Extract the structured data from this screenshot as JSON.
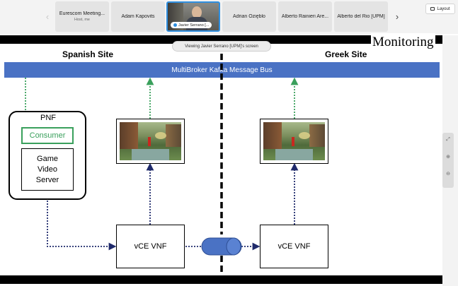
{
  "participants": {
    "tiles": [
      {
        "name": "Eurescom Meeting...",
        "subtitle": "Host, me"
      },
      {
        "name": "Adam Kapovits"
      },
      {
        "name": "Javier Serrano [...",
        "active": true
      },
      {
        "name": "Adrian Ozięblo"
      },
      {
        "name": "Alberto Rainieri Are..."
      },
      {
        "name": "Alberto del Rio [UPM]"
      }
    ],
    "prev_icon": "chevron-left-icon",
    "next_icon": "chevron-right-icon",
    "layout_label": "Layout",
    "layout_icon": "layout-icon"
  },
  "share": {
    "banner": "Viewing Javier Serrano [UPM]'s screen"
  },
  "slide": {
    "monitoring": "Monitoring",
    "left_site": "Spanish Site",
    "right_site": "Greek Site",
    "bus": "MultiBroker Kafka Message Bus",
    "pnf": "PNF",
    "consumer": "Consumer",
    "game_lines": [
      "Game",
      "Video",
      "Server"
    ],
    "vnf_left": "vCE VNF",
    "vnf_right": "vCE VNF",
    "colors": {
      "bus": "#4a72c4",
      "green": "#3aa05c",
      "navy": "#1f2a6b",
      "link": "#4a72c4"
    }
  },
  "side_controls": [
    "expand-icon",
    "zoom-in-icon",
    "zoom-out-icon"
  ]
}
